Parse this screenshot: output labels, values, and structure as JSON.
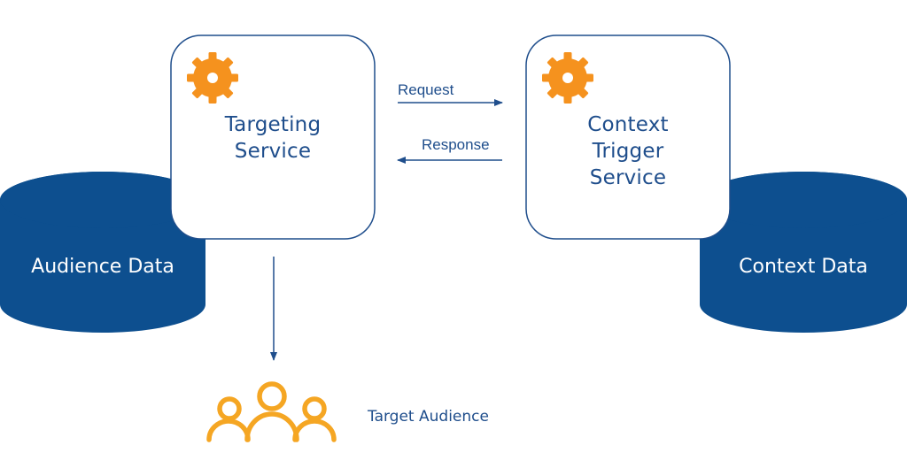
{
  "targeting_service": {
    "title_line1": "Targeting",
    "title_line2": "Service",
    "icon": "gear-icon"
  },
  "context_service": {
    "title_line1": "Context",
    "title_line2": "Trigger",
    "title_line3": "Service",
    "icon": "gear-icon"
  },
  "audience_db": {
    "label": "Audience Data"
  },
  "context_db": {
    "label": "Context Data"
  },
  "arrows": {
    "request_label": "Request",
    "response_label": "Response"
  },
  "target_audience": {
    "label": "Target Audience",
    "icon": "people-group-icon"
  },
  "colors": {
    "primary_blue": "#0d4f8f",
    "text_blue": "#1f4e8c",
    "gear_orange": "#f5921e",
    "people_orange": "#f5a623"
  }
}
